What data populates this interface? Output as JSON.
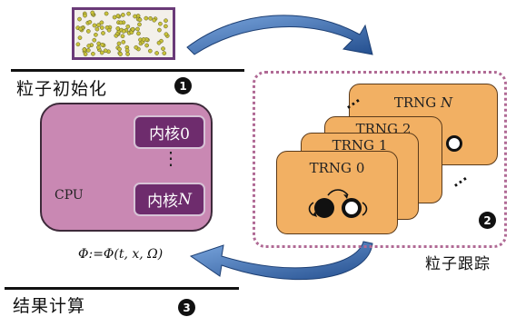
{
  "stages": {
    "init": {
      "title": "粒子初始化",
      "badge": "1"
    },
    "tracking": {
      "title": "粒子跟踪",
      "badge": "2"
    },
    "compute": {
      "title": "结果计算",
      "badge": "3"
    }
  },
  "cpu": {
    "label": "CPU",
    "core_first": "内核0",
    "core_last_prefix": "内核",
    "core_last_var": "N",
    "ellipsis": "⋮"
  },
  "formula": {
    "text": "Φ:=Φ(t, x, Ω)"
  },
  "trng_cards": [
    {
      "prefix": "TRNG",
      "index": "0",
      "italic": false
    },
    {
      "prefix": "TRNG",
      "index": "1",
      "italic": false
    },
    {
      "prefix": "TRNG",
      "index": "2",
      "italic": false
    },
    {
      "prefix": "TRNG",
      "index": "N",
      "italic": true
    }
  ],
  "colors": {
    "particle_border": "#6a3a78",
    "particle_dot": "#c9c23a",
    "cpu_fill": "#c988b3",
    "core_fill": "#6e2c6d",
    "trng_fill": "#f2b063",
    "dashed_border": "#b06a95",
    "arrow_fill": "#3b6fb4"
  }
}
